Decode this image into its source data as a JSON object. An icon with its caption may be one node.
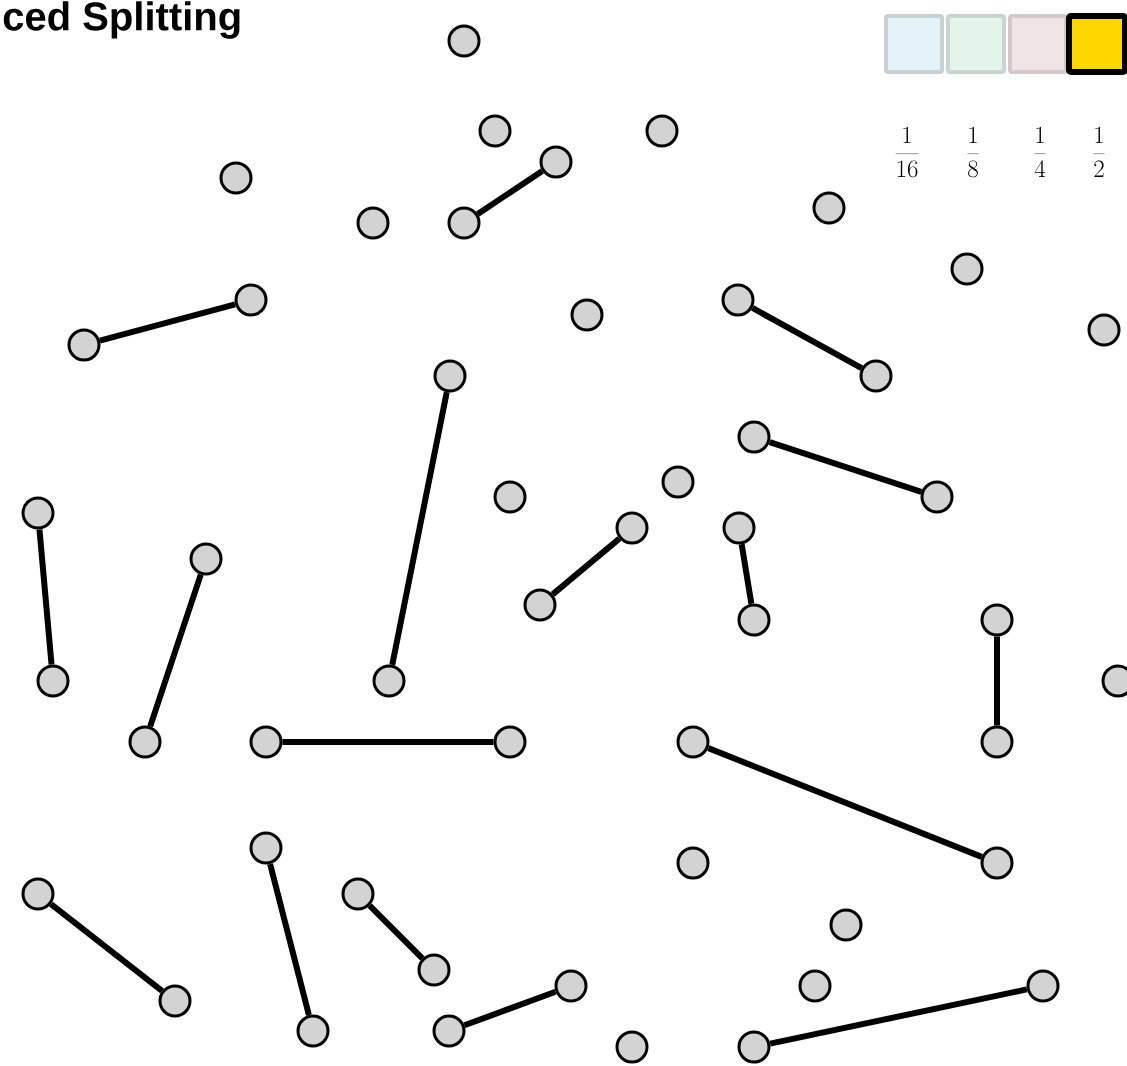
{
  "diagram": {
    "title": "ced Splitting",
    "nodes": [
      {
        "text": [],
        "shape": "circle"
      },
      {
        "text": [],
        "shape": "circle"
      },
      {
        "text": [],
        "shape": "circle"
      },
      {
        "text": [],
        "shape": "circle"
      },
      {
        "text": [],
        "shape": "circle"
      },
      {
        "text": [],
        "shape": "circle"
      },
      {
        "text": [],
        "shape": "circle"
      },
      {
        "text": [],
        "shape": "circle"
      },
      {
        "text": [],
        "shape": "circle"
      },
      {
        "text": [],
        "shape": "circle"
      },
      {
        "text": [],
        "shape": "circle"
      },
      {
        "text": [],
        "shape": "circle"
      },
      {
        "text": [],
        "shape": "circle"
      },
      {
        "text": [],
        "shape": "circle"
      },
      {
        "text": [],
        "shape": "circle"
      },
      {
        "text": [],
        "shape": "circle"
      },
      {
        "text": [],
        "shape": "circle"
      },
      {
        "text": [],
        "shape": "circle"
      },
      {
        "text": [],
        "shape": "circle"
      },
      {
        "text": [],
        "shape": "circle"
      },
      {
        "text": [],
        "shape": "circle"
      },
      {
        "text": [],
        "shape": "circle"
      },
      {
        "text": [],
        "shape": "circle"
      },
      {
        "text": [],
        "shape": "circle"
      },
      {
        "text": [],
        "shape": "circle"
      },
      {
        "text": [],
        "shape": "circle"
      },
      {
        "text": [],
        "shape": "circle"
      },
      {
        "text": [],
        "shape": "circle"
      },
      {
        "text": [],
        "shape": "circle"
      },
      {
        "text": [],
        "shape": "circle"
      },
      {
        "text": [],
        "shape": "circle"
      },
      {
        "text": [],
        "shape": "circle"
      },
      {
        "text": [],
        "shape": "circle"
      },
      {
        "text": [],
        "shape": "circle"
      },
      {
        "text": [],
        "shape": "circle"
      },
      {
        "text": [],
        "shape": "circle"
      },
      {
        "text": [],
        "shape": "circle"
      },
      {
        "text": [],
        "shape": "circle"
      },
      {
        "text": [],
        "shape": "circle"
      },
      {
        "text": [],
        "shape": "circle"
      },
      {
        "text": [],
        "shape": "circle"
      },
      {
        "text": [],
        "shape": "circle"
      },
      {
        "text": [],
        "shape": "circle"
      },
      {
        "text": [],
        "shape": "circle"
      },
      {
        "text": [],
        "shape": "circle"
      },
      {
        "text": [],
        "shape": "circle"
      },
      {
        "text": [],
        "shape": "circle"
      },
      {
        "text": [],
        "shape": "circle"
      },
      {
        "text": [],
        "shape": "circle"
      },
      {
        "text": [],
        "shape": "circle"
      }
    ],
    "edges": [
      {
        "from": 3,
        "to": 7,
        "arrow": "none"
      },
      {
        "from": 9,
        "to": 13,
        "arrow": "none"
      },
      {
        "from": 10,
        "to": 15,
        "arrow": "none"
      },
      {
        "from": 14,
        "to": 28,
        "arrow": "none"
      },
      {
        "from": 16,
        "to": 19,
        "arrow": "none"
      },
      {
        "from": 21,
        "to": 24,
        "arrow": "none"
      },
      {
        "from": 22,
        "to": 25,
        "arrow": "none"
      },
      {
        "from": 20,
        "to": 27,
        "arrow": "none"
      },
      {
        "from": 23,
        "to": 30,
        "arrow": "none"
      },
      {
        "from": 26,
        "to": 34,
        "arrow": "none"
      },
      {
        "from": 31,
        "to": 32,
        "arrow": "none"
      },
      {
        "from": 33,
        "to": 37,
        "arrow": "none"
      },
      {
        "from": 38,
        "to": 42,
        "arrow": "none"
      },
      {
        "from": 35,
        "to": 46,
        "arrow": "none"
      },
      {
        "from": 39,
        "to": 41,
        "arrow": "none"
      },
      {
        "from": 43,
        "to": 47,
        "arrow": "none"
      },
      {
        "from": 45,
        "to": 49,
        "arrow": "none"
      }
    ],
    "legend": [
      {
        "text": "\\frac{1}{16}",
        "color": "#e4f3f9"
      },
      {
        "text": "\\frac{1}{8}",
        "color": "#e3f5eb"
      },
      {
        "text": "\\frac{1}{4}",
        "color": "#f1e4e4"
      },
      {
        "text": "\\frac{1}{2}",
        "color": "#ffd700"
      }
    ]
  }
}
